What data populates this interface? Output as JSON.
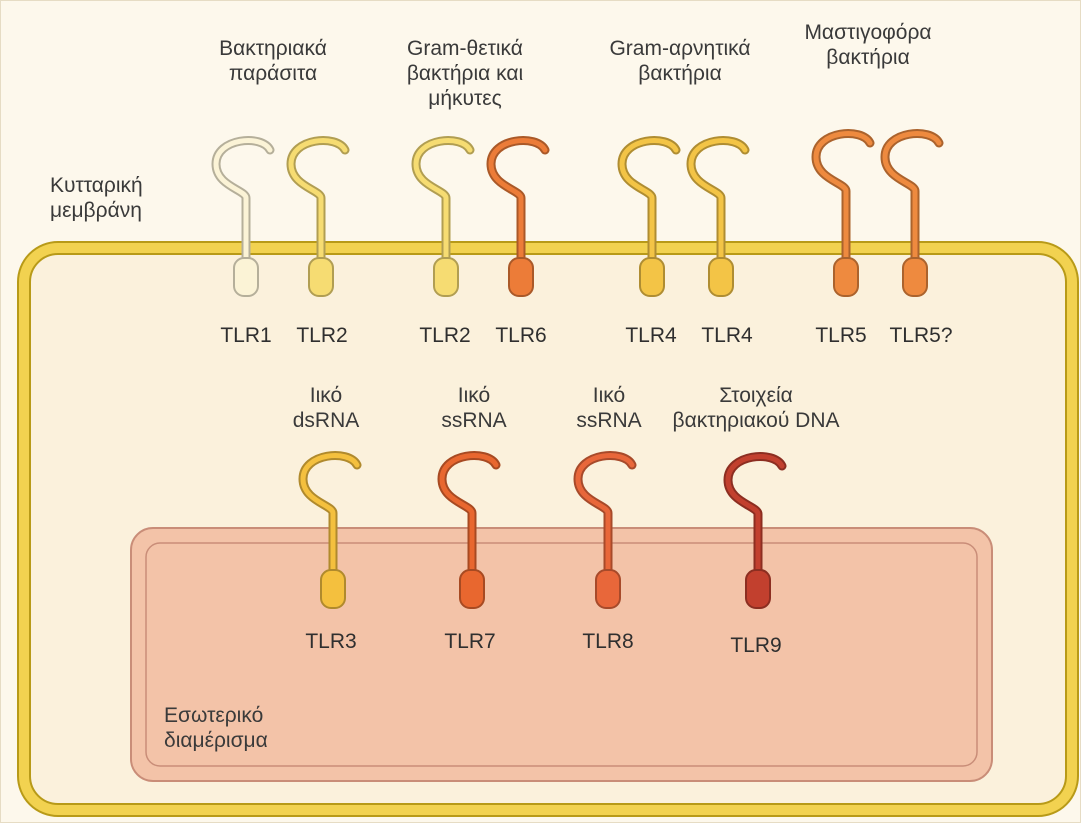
{
  "membrane_label": [
    "Κυτταρική",
    "μεμβράνη"
  ],
  "compartment_label": [
    "Εσωτερικό",
    "διαμέρισμα"
  ],
  "surface_groups": [
    {
      "ligand": [
        "Βακτηριακά",
        "παράσιτα"
      ],
      "receptors": [
        "TLR1",
        "TLR2"
      ]
    },
    {
      "ligand": [
        "Gram-θετικά",
        "βακτήρια και",
        "μήκυτες"
      ],
      "receptors": [
        "TLR2",
        "TLR6"
      ]
    },
    {
      "ligand": [
        "Gram-αρνητικά",
        "βακτήρια"
      ],
      "receptors": [
        "TLR4",
        "TLR4"
      ]
    },
    {
      "ligand": [
        "Μαστιγοφόρα",
        "βακτήρια"
      ],
      "receptors": [
        "TLR5",
        "TLR5?"
      ]
    }
  ],
  "endosomal_receptors": [
    {
      "ligand": [
        "Ιικό",
        "dsRNA"
      ],
      "receptor": "TLR3"
    },
    {
      "ligand": [
        "Ιικό",
        "ssRNA"
      ],
      "receptor": "TLR7"
    },
    {
      "ligand": [
        "Ιικό",
        "ssRNA"
      ],
      "receptor": "TLR8"
    },
    {
      "ligand": [
        "Στοιχεία",
        "βακτηριακού DNA"
      ],
      "receptor": "TLR9"
    }
  ],
  "colors": {
    "membrane": "#f2d250",
    "membrane_edge": "#b89a18",
    "compartment": "#f3c3a8",
    "compartment_edge": "#c98d78",
    "TLR1": "#fbf3d6",
    "TLR2": "#f6dc72",
    "TLR3": "#f4c03e",
    "TLR4": "#f3c446",
    "TLR5": "#ee8a3f",
    "TLR6": "#ec7c38",
    "TLR7": "#e8672f",
    "TLR8": "#e8673a",
    "TLR9": "#c2402e"
  }
}
